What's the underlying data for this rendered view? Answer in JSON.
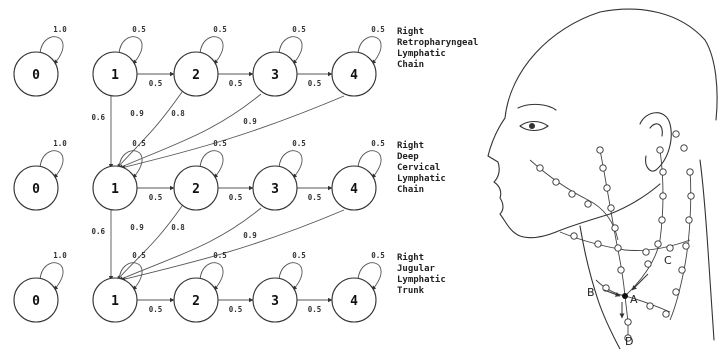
{
  "diagram": {
    "node_labels": [
      "0",
      "1",
      "2",
      "3",
      "4"
    ],
    "chains": [
      {
        "name_lines": [
          "Right",
          "Retropharyngeal",
          "Lymphatic",
          "Chain"
        ],
        "self_loops": [
          "1.0",
          "0.5",
          "0.5",
          "0.5",
          "0.5"
        ],
        "forward": [
          "0.5",
          "0.5",
          "0.5"
        ]
      },
      {
        "name_lines": [
          "Right",
          "Deep",
          "Cervical",
          "Lymphatic",
          "Chain"
        ],
        "self_loops": [
          "1.0",
          "0.5",
          "0.5",
          "0.5",
          "0.5"
        ],
        "forward": [
          "0.5",
          "0.5",
          "0.5"
        ]
      },
      {
        "name_lines": [
          "Right",
          "Jugular",
          "Lymphatic",
          "Trunk"
        ],
        "self_loops": [
          "1.0",
          "0.5",
          "0.5",
          "0.5",
          "0.5"
        ],
        "forward": [
          "0.5",
          "0.5",
          "0.5"
        ]
      }
    ],
    "cross_chain": {
      "from_2": "0.8",
      "from_3": "0.9",
      "from_4": "0.9",
      "down_1": "0.6"
    }
  },
  "illustration": {
    "point_labels": [
      "A",
      "B",
      "C",
      "D"
    ]
  }
}
